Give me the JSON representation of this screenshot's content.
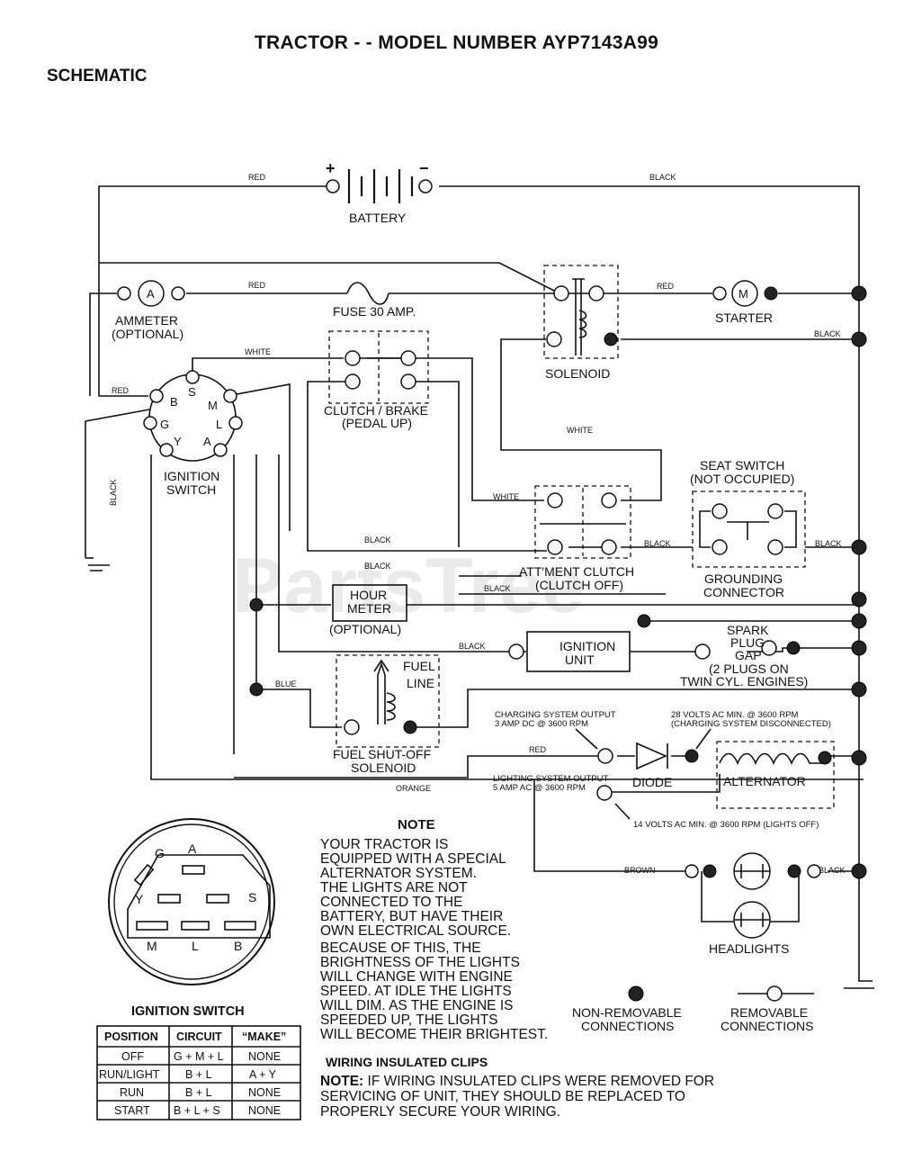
{
  "page": {
    "title": "TRACTOR - - MODEL NUMBER AYP7143A99",
    "section": "SCHEMATIC",
    "watermark": "PartsTree"
  },
  "components": {
    "battery": "BATTERY",
    "battery_plus": "+",
    "battery_minus": "−",
    "ammeter": [
      "AMMETER",
      "(OPTIONAL)"
    ],
    "ammeter_symbol": "A",
    "fuse": "FUSE 30 AMP.",
    "starter": "STARTER",
    "starter_symbol": "M",
    "solenoid": "SOLENOID",
    "clutch_brake": [
      "CLUTCH / BRAKE",
      "(PEDAL UP)"
    ],
    "ignition_switch": [
      "IGNITION",
      "SWITCH"
    ],
    "ignition_terminals": [
      "B",
      "S",
      "M",
      "L",
      "A",
      "Y",
      "G"
    ],
    "seat_switch": [
      "SEAT SWITCH",
      "(NOT OCCUPIED)"
    ],
    "grounding_connector": [
      "GROUNDING",
      "CONNECTOR"
    ],
    "attachment_clutch": [
      "ATT'MENT CLUTCH",
      "(CLUTCH OFF)"
    ],
    "hour_meter": [
      "HOUR",
      "METER"
    ],
    "hour_meter_optional": "(OPTIONAL)",
    "ignition_unit": [
      "IGNITION",
      "UNIT"
    ],
    "spark_plug": [
      "SPARK",
      "PLUG",
      "GAP",
      "(2 PLUGS ON",
      "TWIN CYL. ENGINES)"
    ],
    "fuel_line": [
      "FUEL",
      "LINE"
    ],
    "fuel_solenoid": [
      "FUEL SHUT-OFF",
      "SOLENOID"
    ],
    "diode": "DIODE",
    "alternator": "ALTERNATOR",
    "headlights": "HEADLIGHTS",
    "charging_output": [
      "CHARGING SYSTEM OUTPUT",
      "3 AMP DC @ 3600 RPM"
    ],
    "volts_28": [
      "28 VOLTS AC MIN. @ 3600 RPM",
      "(CHARGING SYSTEM DISCONNECTED)"
    ],
    "lighting_output": [
      "LIGHTING SYSTEM OUTPUT",
      "5 AMP AC @ 3600 RPM"
    ],
    "volts_14": "14 VOLTS AC MIN. @ 3600 RPM (LIGHTS OFF)"
  },
  "wires": {
    "red": "RED",
    "black": "BLACK",
    "white": "WHITE",
    "blue": "BLUE",
    "orange": "ORANGE",
    "brown": "BROWN"
  },
  "switch_diagram": {
    "terminals": [
      "G",
      "A",
      "Y",
      "S",
      "M",
      "L",
      "B"
    ]
  },
  "ignition_table": {
    "title": "IGNITION SWITCH",
    "headers": [
      "POSITION",
      "CIRCUIT",
      "“MAKE”"
    ],
    "rows": [
      [
        "OFF",
        "G + M + L",
        "NONE"
      ],
      [
        "RUN/LIGHT",
        "B + L",
        "A + Y"
      ],
      [
        "RUN",
        "B + L",
        "NONE"
      ],
      [
        "START",
        "B + L + S",
        "NONE"
      ]
    ]
  },
  "note": {
    "heading": "NOTE",
    "lines": [
      "YOUR TRACTOR IS",
      "EQUIPPED WITH A SPECIAL",
      "ALTERNATOR SYSTEM.",
      "THE LIGHTS ARE NOT",
      "CONNECTED TO THE",
      "BATTERY, BUT HAVE THEIR",
      "OWN ELECTRICAL SOURCE.",
      "BECAUSE OF THIS, THE",
      "BRIGHTNESS OF THE LIGHTS",
      "WILL CHANGE WITH ENGINE",
      "SPEED.  AT IDLE THE LIGHTS",
      "WILL DIM.  AS THE ENGINE IS",
      "SPEEDED UP, THE LIGHTS",
      "WILL BECOME THEIR BRIGHTEST."
    ]
  },
  "legend": {
    "non_removable": [
      "NON-REMOVABLE",
      "CONNECTIONS"
    ],
    "removable": [
      "REMOVABLE",
      "CONNECTIONS"
    ]
  },
  "clips": {
    "heading": "WIRING INSULATED CLIPS",
    "note_label": "NOTE:",
    "lines": [
      " IF WIRING INSULATED CLIPS WERE REMOVED FOR",
      "SERVICING OF UNIT, THEY SHOULD BE REPLACED TO",
      "PROPERLY SECURE YOUR WIRING."
    ]
  }
}
